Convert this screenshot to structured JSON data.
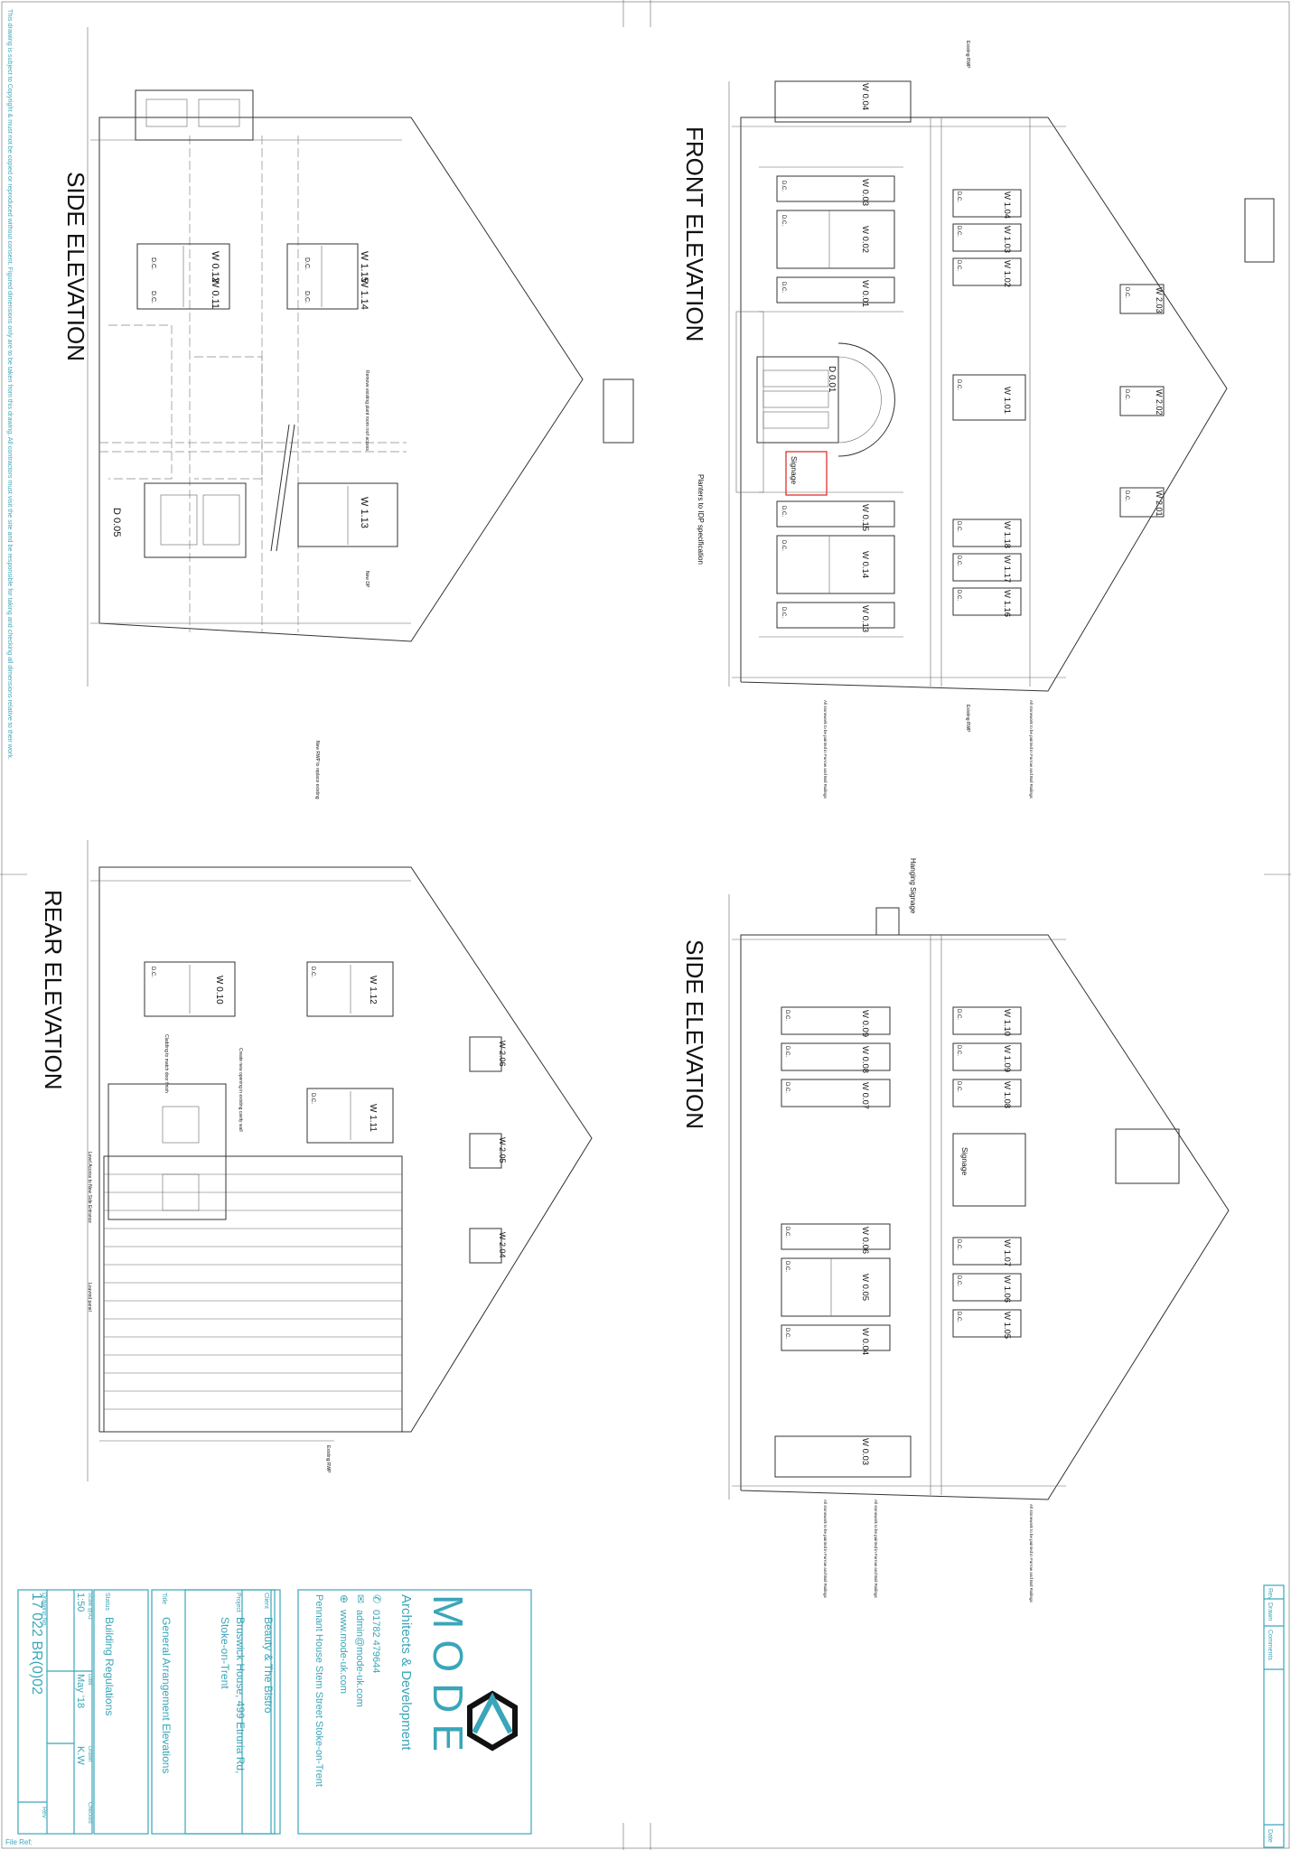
{
  "copyright_note": "This drawing is subject to Copyright & must not be copied or reproduced without consent. Figured dimensions only are to be taken from this drawing. All contractors must visit the site and be responsible for taking and checking all dimensions relative to their work.",
  "file_ref": "File Ref:",
  "revision_table": {
    "headers": [
      "Rev",
      "Drawn",
      "Comments"
    ],
    "date_header": "Date"
  },
  "elevations": {
    "side_left": {
      "title": "SIDE ELEVATION",
      "windows": [
        {
          "id": "W 1.15",
          "tag": "D.C."
        },
        {
          "id": "W 1.14",
          "tag": "D.C."
        },
        {
          "id": "W 0.12",
          "tag": "D.C."
        },
        {
          "id": "W 0.11",
          "tag": "D.C."
        },
        {
          "id": "W 1.13",
          "tag": ""
        }
      ],
      "door": "D 0.05",
      "notes": [
        "Remove existing plant room roof access",
        "New DP"
      ]
    },
    "front": {
      "title": "FRONT ELEVATION",
      "windows_ground": [
        {
          "id": "W 0.04",
          "tag": ""
        },
        {
          "id": "W 0.03",
          "tag": "D.C."
        },
        {
          "id": "W 0.02",
          "tag": "D.C."
        },
        {
          "id": "W 0.01",
          "tag": "D.C."
        },
        {
          "id": "W 0.15",
          "tag": "D.C."
        },
        {
          "id": "W 0.14",
          "tag": "D.C."
        },
        {
          "id": "W 0.13",
          "tag": "D.C."
        }
      ],
      "windows_first": [
        {
          "id": "W 1.04",
          "tag": "D.C."
        },
        {
          "id": "W 1.03",
          "tag": "D.C."
        },
        {
          "id": "W 1.02",
          "tag": "D.C."
        },
        {
          "id": "W 1.01",
          "tag": "D.C."
        },
        {
          "id": "W 1.18",
          "tag": "D.C."
        },
        {
          "id": "W 1.17",
          "tag": "D.C."
        },
        {
          "id": "W 1.16",
          "tag": "D.C."
        }
      ],
      "windows_attic": [
        {
          "id": "W 2.03",
          "tag": "D.C."
        },
        {
          "id": "W 2.02",
          "tag": "D.C."
        },
        {
          "id": "W 2.01",
          "tag": "D.C."
        }
      ],
      "door": "D 0.01",
      "signage": "Signage",
      "notes": [
        "Existing RWP",
        "Planters to IDP specification",
        "All stonework to be painted in Farrow and Ball Railings",
        "All stonework to be painted in Farrow and Ball Railings",
        "Existing RWP"
      ]
    },
    "rear": {
      "title": "REAR ELEVATION",
      "windows": [
        {
          "id": "W 0.10",
          "tag": "D.C."
        },
        {
          "id": "W 1.12",
          "tag": "D.C."
        },
        {
          "id": "W 1.11",
          "tag": "D.C."
        },
        {
          "id": "W 2.06",
          "tag": ""
        },
        {
          "id": "W 2.05",
          "tag": ""
        },
        {
          "id": "W 2.04",
          "tag": ""
        }
      ],
      "notes": [
        "New RWP to replace existing",
        "Cladding to match door finish",
        "Create new opening in existing cavity wall",
        "Level Access to New Side Entrance",
        "Louvred panel",
        "Existing RWP"
      ]
    },
    "side_right": {
      "title": "SIDE ELEVATION",
      "windows_ground": [
        {
          "id": "W 0.09",
          "tag": "D.C."
        },
        {
          "id": "W 0.08",
          "tag": "D.C."
        },
        {
          "id": "W 0.07",
          "tag": "D.C."
        },
        {
          "id": "W 0.06",
          "tag": "D.C."
        },
        {
          "id": "W 0.05",
          "tag": "D.C."
        },
        {
          "id": "W 0.04",
          "tag": "D.C."
        },
        {
          "id": "W 0.03",
          "tag": ""
        }
      ],
      "windows_first": [
        {
          "id": "W 1.10",
          "tag": "D.C."
        },
        {
          "id": "W 1.09",
          "tag": "D.C."
        },
        {
          "id": "W 1.08",
          "tag": "D.C."
        },
        {
          "id": "W 1.07",
          "tag": "D.C."
        },
        {
          "id": "W 1.06",
          "tag": "D.C."
        },
        {
          "id": "W 1.05",
          "tag": "D.C."
        }
      ],
      "signage": "Signage",
      "hanging_signage": "Hanging Signage",
      "notes": [
        "All stonework to be painted in Farrow and Ball Railings",
        "All stonework to be painted in Farrow and Ball Railings",
        "All stonework to be painted in Farrow and Ball Railings"
      ]
    }
  },
  "title_block": {
    "company": "MODE",
    "tagline": "Architects & Development",
    "phone": "01782 479644",
    "email": "admin@mode-uk.com",
    "web": "www.mode-uk.com",
    "address": "Pennant House Stem Street Stoke-on-Trent",
    "client_label": "Client",
    "client": "Beauty & The Bistro",
    "project_label": "Project",
    "project_line1": "Bruswick House, 499 Etruria Rd,",
    "project_line2": "Stoke-on-Trent",
    "title_label": "Title",
    "title": "General Arrangement Elevations",
    "status_label": "Status",
    "status": "Building Regulations",
    "scale_label": "Scale @A1",
    "scale": "1:50",
    "date_label": "Date",
    "date": "May '18",
    "drawn_label": "Drawn",
    "drawn": "K.W",
    "checked_label": "Checked",
    "drawing_no_label": "Drawing No.",
    "drawing_no": "17 022 BR(0)02",
    "rev_label": "Rev"
  },
  "colors": {
    "accent": "#3aa6b9",
    "line": "#333333",
    "signage": "#e03030"
  }
}
